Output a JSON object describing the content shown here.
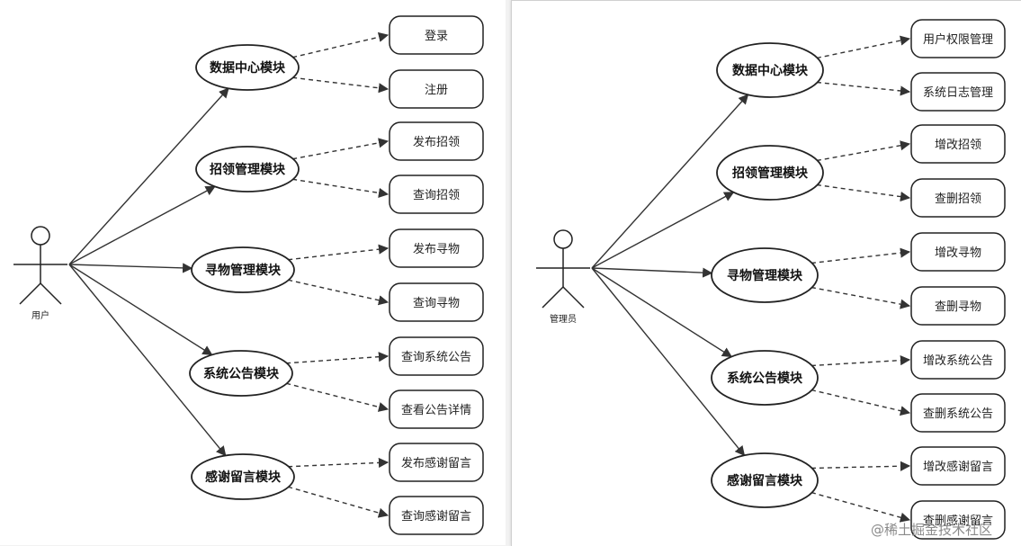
{
  "diagrams": [
    {
      "actor": "用户",
      "modules": [
        {
          "name": "数据中心模块",
          "features": [
            "登录",
            "注册"
          ]
        },
        {
          "name": "招领管理模块",
          "features": [
            "发布招领",
            "查询招领"
          ]
        },
        {
          "name": "寻物管理模块",
          "features": [
            "发布寻物",
            "查询寻物"
          ]
        },
        {
          "name": "系统公告模块",
          "features": [
            "查询系统公告",
            "查看公告详情"
          ]
        },
        {
          "name": "感谢留言模块",
          "features": [
            "发布感谢留言",
            "查询感谢留言"
          ]
        }
      ]
    },
    {
      "actor": "管理员",
      "modules": [
        {
          "name": "数据中心模块",
          "features": [
            "用户权限管理",
            "系统日志管理"
          ]
        },
        {
          "name": "招领管理模块",
          "features": [
            "增改招领",
            "查删招领"
          ]
        },
        {
          "name": "寻物管理模块",
          "features": [
            "增改寻物",
            "查删寻物"
          ]
        },
        {
          "name": "系统公告模块",
          "features": [
            "增改系统公告",
            "查删系统公告"
          ]
        },
        {
          "name": "感谢留言模块",
          "features": [
            "增改感谢留言",
            "查删感谢留言"
          ]
        }
      ]
    }
  ],
  "watermark": "@稀土掘金技术社区",
  "colors": {
    "line": "#333333",
    "stroke": "#222222",
    "fill": "#ffffff",
    "watermark": "#8a8a8a"
  }
}
